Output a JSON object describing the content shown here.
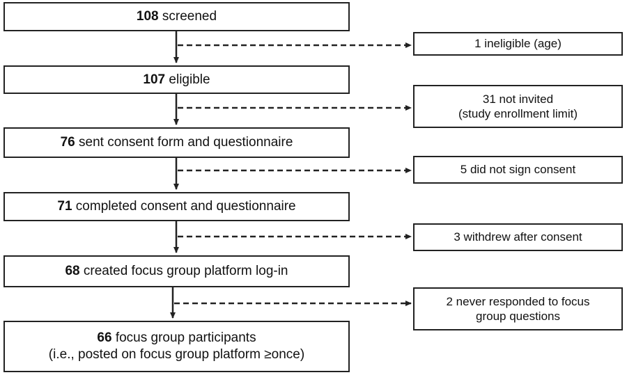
{
  "main_boxes": [
    {
      "count": "108",
      "text": " screened"
    },
    {
      "count": "107",
      "text": " eligible"
    },
    {
      "count": "76",
      "text": " sent consent form and questionnaire"
    },
    {
      "count": "71",
      "text": " completed consent and questionnaire"
    },
    {
      "count": "68",
      "text": " created focus group platform log-in"
    },
    {
      "count": "66",
      "text": " focus group participants",
      "line2": "(i.e., posted on focus group platform ≥once)"
    }
  ],
  "exclusion_boxes": [
    {
      "line1": "1 ineligible (age)"
    },
    {
      "line1": "31 not invited",
      "line2": "(study enrollment limit)"
    },
    {
      "line1": "5 did not sign consent"
    },
    {
      "line1": "3 withdrew after consent"
    },
    {
      "line1": "2 never responded to focus",
      "line2": "group questions"
    }
  ]
}
